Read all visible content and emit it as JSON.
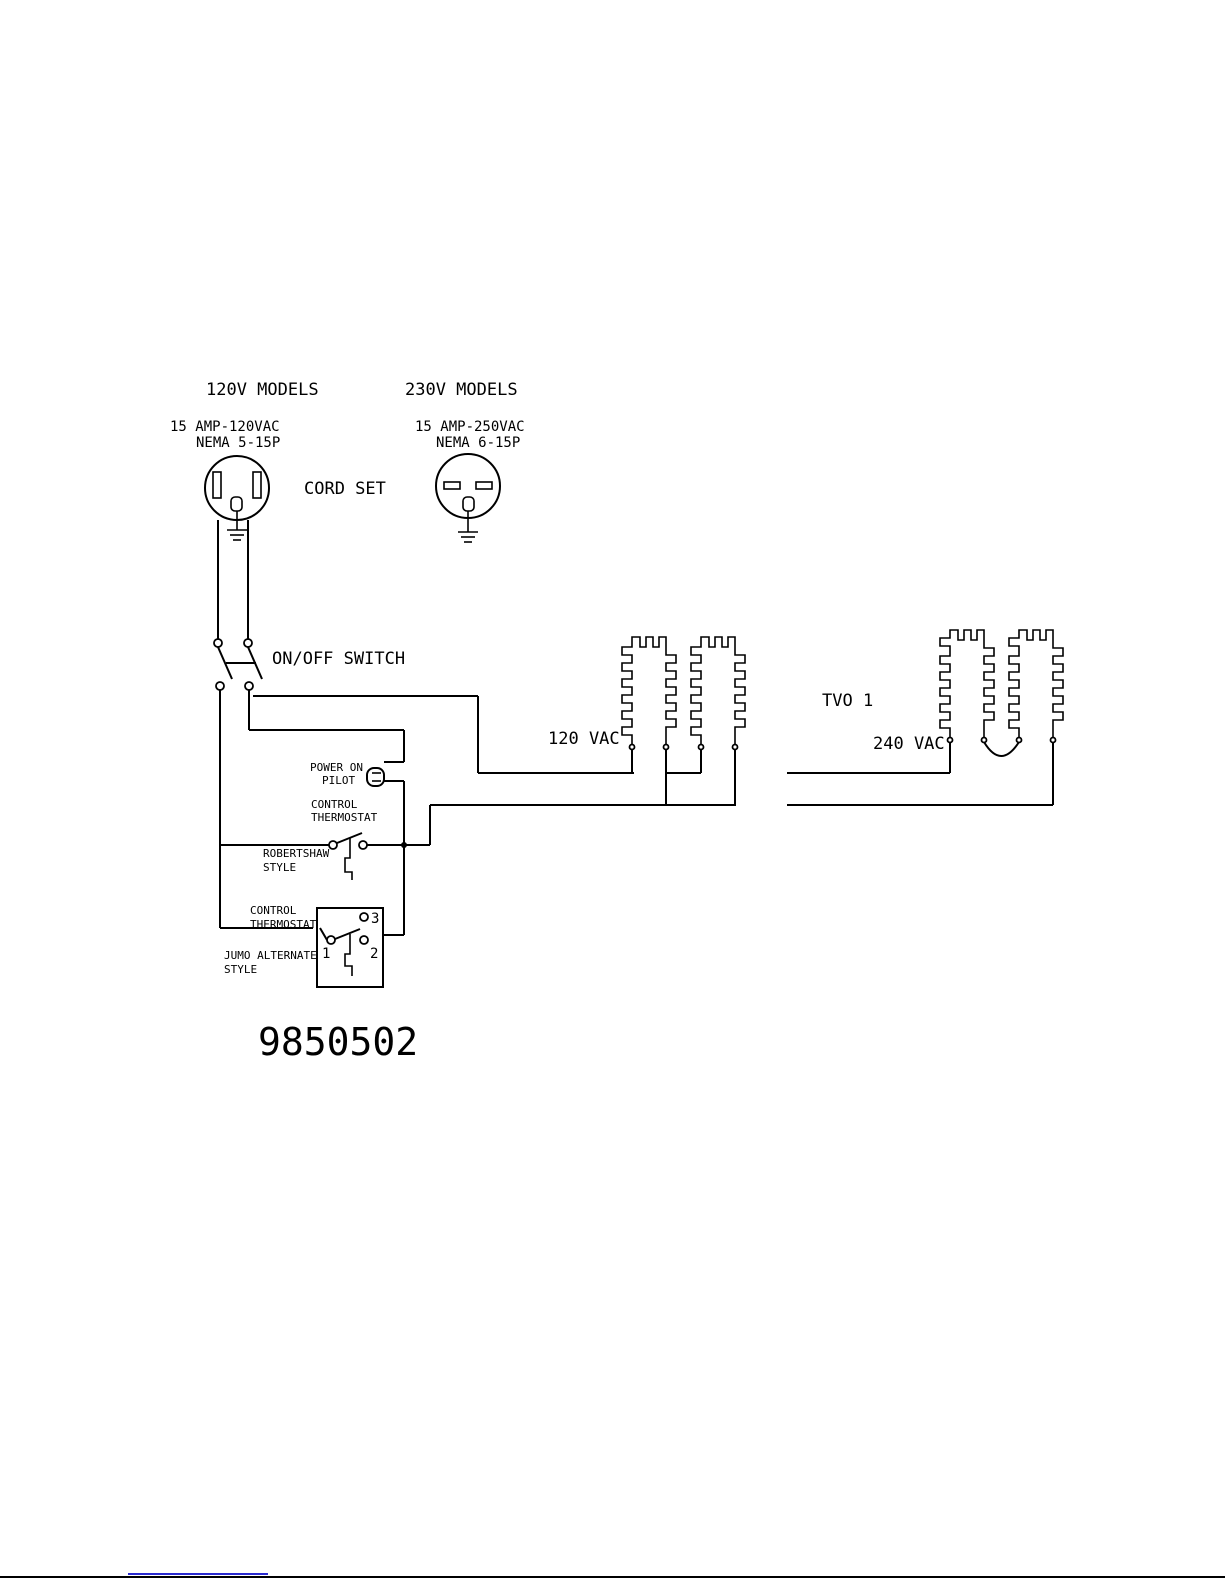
{
  "labels": {
    "models_120v": "120V MODELS",
    "models_230v": "230V MODELS",
    "rating_120": "15 AMP-120VAC",
    "nema_120": "NEMA 5-15P",
    "rating_250": "15 AMP-250VAC",
    "nema_250": "NEMA 6-15P",
    "cord_set": "CORD SET",
    "switch": "ON/OFF SWITCH",
    "vac_120": "120 VAC",
    "tvo": "TVO 1",
    "vac_240": "240 VAC",
    "pilot_1": "POWER ON",
    "pilot_2": "PILOT",
    "control_1a": "CONTROL",
    "control_1b": "THERMOSTAT",
    "robertshaw_1": "ROBERTSHAW",
    "robertshaw_2": "STYLE",
    "control_2a": "CONTROL",
    "control_2b": "THERMOSTAT",
    "jumo_1": "JUMO ALTERNATE",
    "jumo_2": "STYLE",
    "term_1": "1",
    "term_2": "2",
    "term_3": "3",
    "part_number": "9850502"
  }
}
